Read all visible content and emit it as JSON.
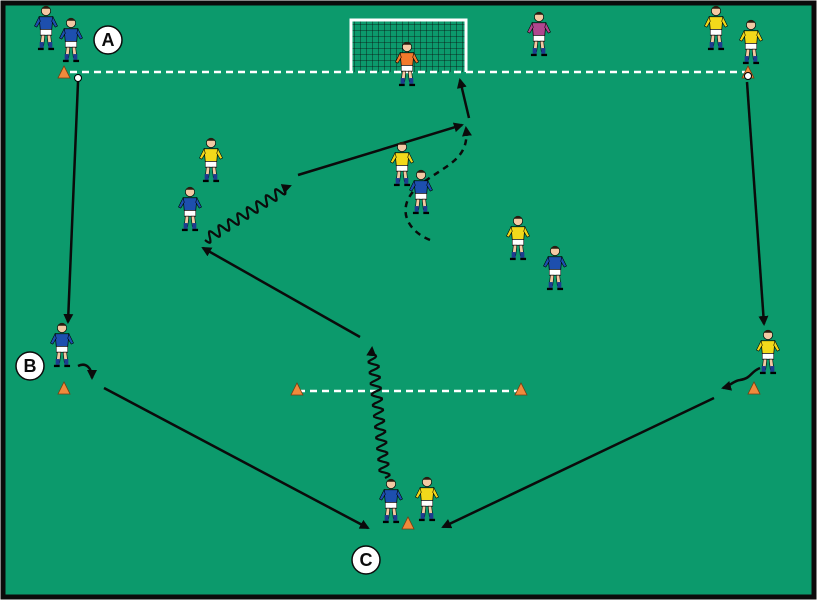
{
  "colors": {
    "pitch": "#0c9a6c",
    "pitch_border": "#0b0b0b",
    "line": "#ffffff",
    "arrow": "#0b0b0b",
    "team_blue": "#1d4fae",
    "team_yellow": "#f2d91b",
    "goalkeeper": "#f27a2c",
    "neutral": "#b0478f",
    "cone": "#f08a3c",
    "skin": "#f3c9a3",
    "shorts": "#ffffff",
    "socks": "#1d3c8f"
  },
  "labels": {
    "A": "A",
    "B": "B",
    "C": "C"
  },
  "icons": {
    "cone": "cone-icon",
    "ball": "ball-icon",
    "goal": "goal-net-icon"
  }
}
